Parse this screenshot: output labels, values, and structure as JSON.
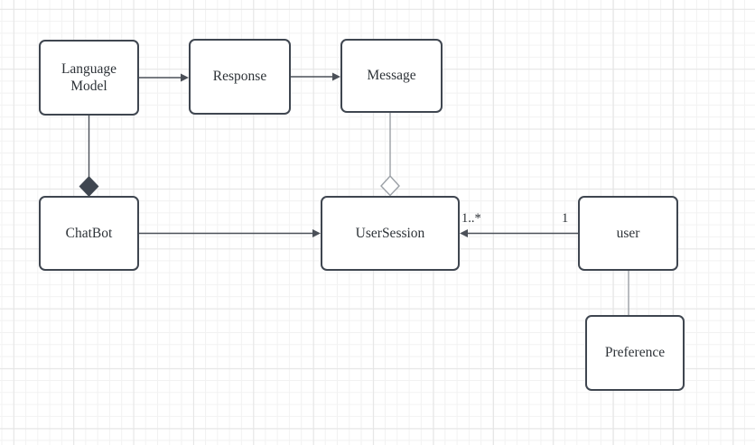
{
  "canvas": {
    "background_color": "#ffffff",
    "grid_minor_color": "#f2f2f2",
    "grid_major_color": "#e5e5e5",
    "node_border_color": "#3f4650",
    "edge_dark_color": "#4b5058",
    "edge_light_color": "#9ba0a6",
    "text_color": "#2e3338"
  },
  "diagram": {
    "nodes": [
      {
        "id": "language-model",
        "label": "Language Model"
      },
      {
        "id": "response",
        "label": "Response"
      },
      {
        "id": "message",
        "label": "Message"
      },
      {
        "id": "chatbot",
        "label": "ChatBot"
      },
      {
        "id": "usersession",
        "label": "UserSession"
      },
      {
        "id": "user",
        "label": "user"
      },
      {
        "id": "preference",
        "label": "Preference"
      }
    ],
    "edges": [
      {
        "from": "language-model",
        "to": "response",
        "type": "arrow"
      },
      {
        "from": "response",
        "to": "message",
        "type": "arrow"
      },
      {
        "from": "language-model",
        "to": "chatbot",
        "type": "composition-filled-diamond-at-chatbot"
      },
      {
        "from": "message",
        "to": "usersession",
        "type": "aggregation-hollow-diamond-at-usersession"
      },
      {
        "from": "chatbot",
        "to": "usersession",
        "type": "arrow"
      },
      {
        "from": "user",
        "to": "usersession",
        "type": "arrow",
        "source_label": "1",
        "target_label": "1..*"
      },
      {
        "from": "user",
        "to": "preference",
        "type": "line"
      }
    ]
  }
}
